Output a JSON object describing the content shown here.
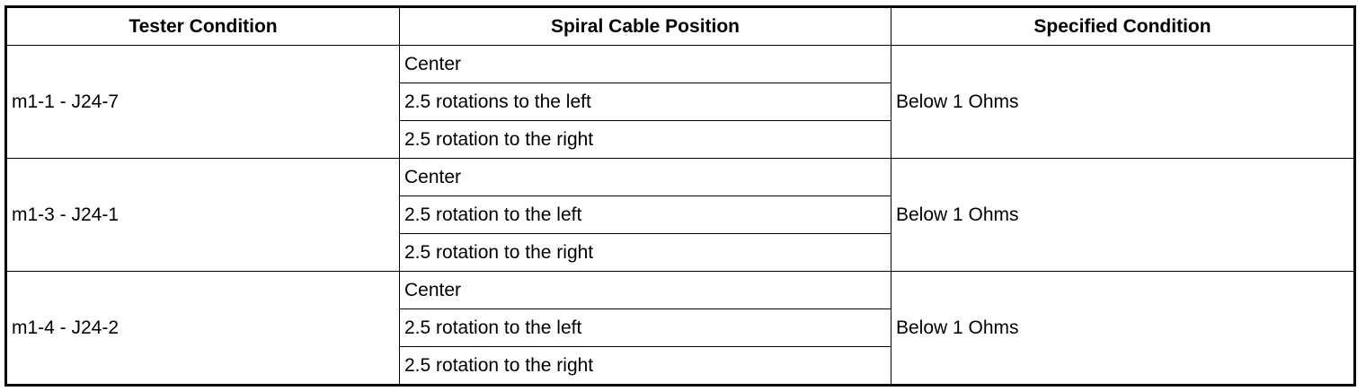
{
  "table": {
    "headers": [
      "Tester Condition",
      "Spiral Cable Position",
      "Specified Condition"
    ],
    "rows": [
      {
        "tester_condition": "m1-1 - J24-7",
        "positions": [
          "Center",
          "2.5 rotations to the left",
          "2.5 rotation to the right"
        ],
        "specified_condition": "Below 1 Ohms"
      },
      {
        "tester_condition": "m1-3 - J24-1",
        "positions": [
          "Center",
          "2.5 rotation to the left",
          "2.5 rotation to the right"
        ],
        "specified_condition": "Below 1 Ohms"
      },
      {
        "tester_condition": "m1-4 - J24-2",
        "positions": [
          "Center",
          "2.5 rotation to the left",
          "2.5 rotation to the right"
        ],
        "specified_condition": "Below 1 Ohms"
      }
    ]
  }
}
